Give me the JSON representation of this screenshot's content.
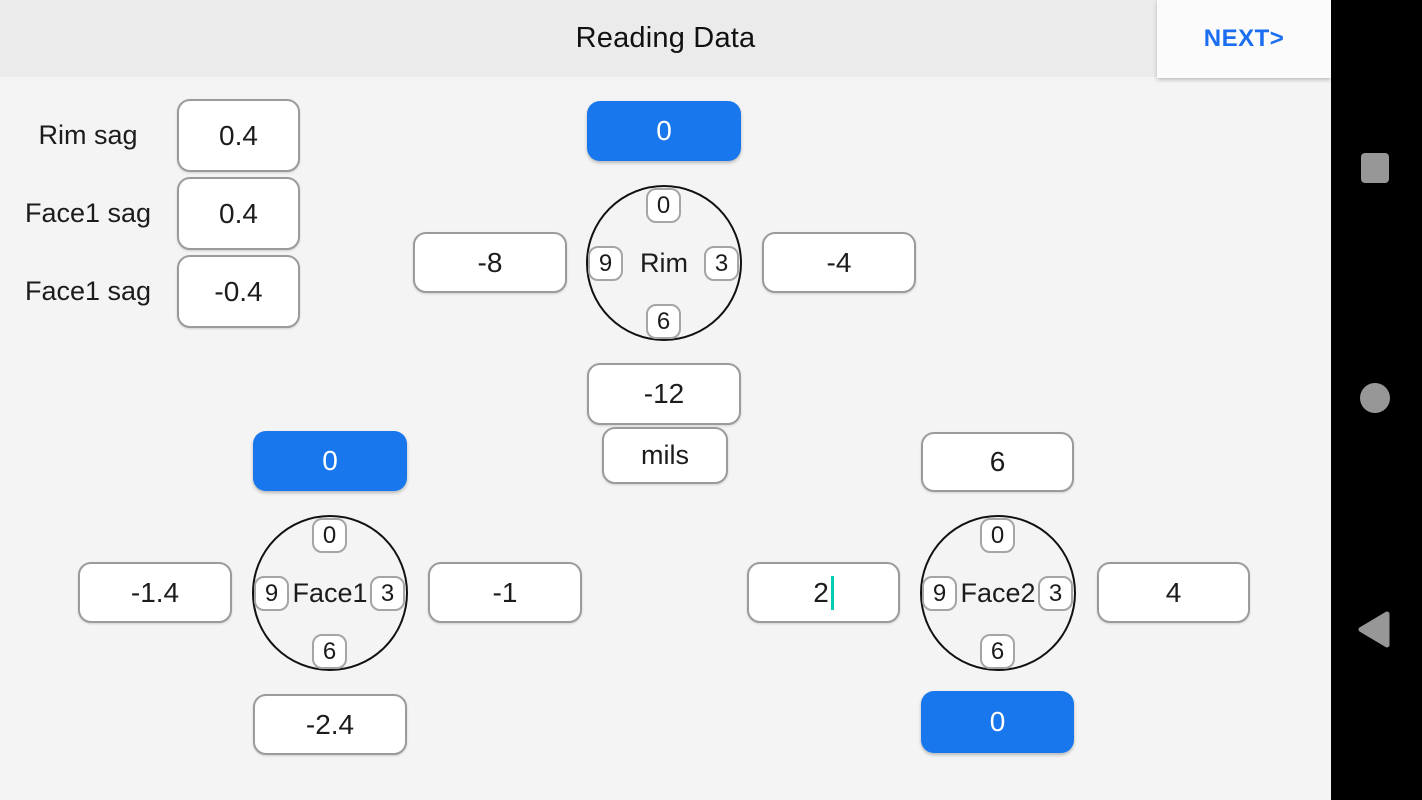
{
  "header": {
    "title": "Reading Data",
    "next_label": "NEXT>"
  },
  "sag_rows": [
    {
      "label": "Rim sag",
      "value": "0.4"
    },
    {
      "label": "Face1 sag",
      "value": "0.4"
    },
    {
      "label": "Face1 sag",
      "value": "-0.4"
    }
  ],
  "units": {
    "label": "mils"
  },
  "dials": {
    "rim": {
      "name": "Rim",
      "zero_button": "0",
      "left_value": "-8",
      "right_value": "-4",
      "bottom_value": "-12",
      "clock": {
        "c0": "0",
        "c3": "3",
        "c6": "6",
        "c9": "9"
      }
    },
    "face1": {
      "name": "Face1",
      "zero_button": "0",
      "left_value": "-1.4",
      "right_value": "-1",
      "bottom_value": "-2.4",
      "clock": {
        "c0": "0",
        "c3": "3",
        "c6": "6",
        "c9": "9"
      }
    },
    "face2": {
      "name": "Face2",
      "zero_button": "0",
      "top_value": "6",
      "left_value": "2",
      "right_value": "4",
      "clock": {
        "c0": "0",
        "c3": "3",
        "c6": "6",
        "c9": "9"
      }
    }
  },
  "nav": {
    "icons": [
      "recents-square",
      "home-circle",
      "back-triangle"
    ]
  },
  "colors": {
    "accent_blue": "#1877ec",
    "next_blue": "#1b6ef0",
    "cursor_teal": "#00cdb4",
    "header_bg": "#ebebeb",
    "body_bg": "#f4f4f4",
    "navbar_bg": "#000000",
    "nav_icon_gray": "#979797"
  }
}
